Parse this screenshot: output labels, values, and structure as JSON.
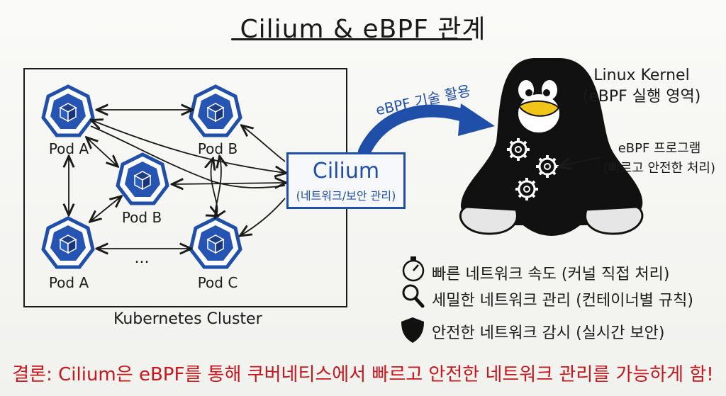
{
  "title": "Cilium & eBPF 관계",
  "cluster": {
    "label": "Kubernetes Cluster",
    "pods": [
      {
        "label": "Pod A"
      },
      {
        "label": "Pod B"
      },
      {
        "label": "Pod B"
      },
      {
        "label": "Pod A"
      },
      {
        "label": "Pod C"
      }
    ],
    "ellipsis": "..."
  },
  "cilium": {
    "name": "Cilium",
    "subtitle": "(네트워크/보안 관리)"
  },
  "arrow_label": "eBPF 기술 활용",
  "kernel": {
    "line1": "Linux Kernel",
    "line2": "(eBPF 실행 영역)"
  },
  "program": {
    "line1": "eBPF 프로그램",
    "line2": "(빠르고 안전한 처리)"
  },
  "features": [
    {
      "icon": "stopwatch-icon",
      "text": "빠른 네트워크 속도 (커널 직접 처리)"
    },
    {
      "icon": "magnifier-icon",
      "text": "세밀한 네트워크 관리 (컨테이너별 규칙)"
    },
    {
      "icon": "shield-icon",
      "text": "안전한 네트워크 감시 (실시간 보안)"
    }
  ],
  "conclusion": "결론: Cilium은 eBPF를 통해 쿠버네티스에서 빠르고 안전한 네트워크 관리를 가능하게 함!",
  "colors": {
    "blue": "#1f4fa8",
    "red": "#c8161d",
    "ink": "#1a1a1a"
  }
}
